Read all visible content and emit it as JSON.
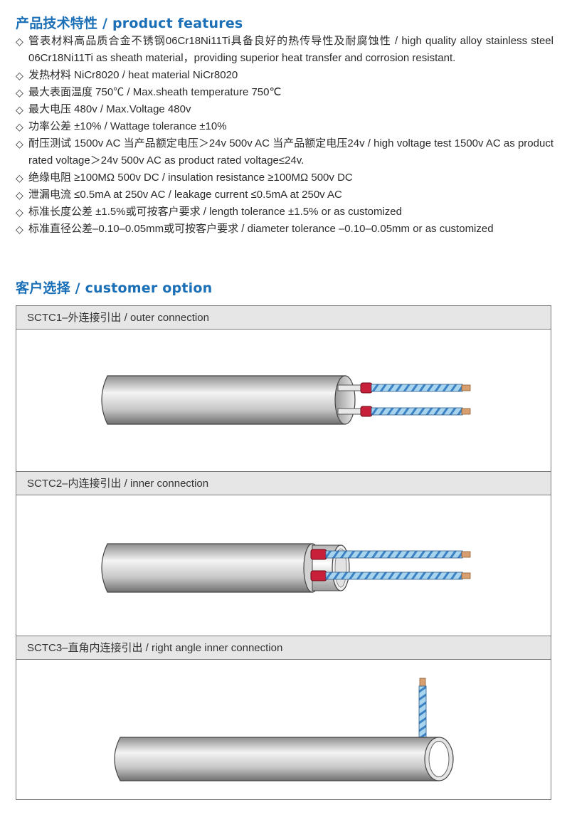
{
  "features_heading": "产品技术特性 / product features",
  "bullet": "◇",
  "features": [
    "管表材料高品质合金不锈钢06Cr18Ni11Ti具备良好的热传导性及耐腐蚀性 / high quality alloy stainless steel 06Cr18Ni11Ti as sheath material，providing superior heat transfer and corrosion resistant.",
    "发热材料 NiCr8020 / heat material NiCr8020",
    "最大表面温度 750℃ / Max.sheath temperature 750℃",
    "最大电压 480v / Max.Voltage 480v",
    "功率公差 ±10% / Wattage tolerance ±10%",
    "耐压测试 1500v AC 当产品额定电压＞24v 500v AC 当产品额定电压24v / high voltage test 1500v AC as product rated voltage＞24v 500v AC as product rated voltage≤24v.",
    "绝缘电阻 ≥100MΩ 500v DC / insulation resistance ≥100MΩ 500v DC",
    "泄漏电流 ≤0.5mA at 250v AC / leakage current ≤0.5mA at 250v AC",
    "标准长度公差 ±1.5%或可按客户要求 / length tolerance ±1.5% or as customized",
    "标准直径公差–0.10–0.05mm或可按客户要求 / diameter tolerance –0.10–0.05mm or as customized"
  ],
  "options_heading": "客户选择 / customer option",
  "options": [
    {
      "title": "SCTC1–外连接引出 / outer connection",
      "illustration": "outer-connection-heater"
    },
    {
      "title": "SCTC2–内连接引出 / inner connection",
      "illustration": "inner-connection-heater"
    },
    {
      "title": "SCTC3–直角内连接引出 / right angle inner connection",
      "illustration": "right-angle-connection-heater"
    }
  ],
  "colors": {
    "heading": "#1a6fb6",
    "panel_header": "#e6e6e6",
    "sheath_gradient": [
      "#8e8e8e",
      "#f4f4f4",
      "#c6c6c6",
      "#707070"
    ],
    "wire_insulation": "#a8d4ee",
    "wire_stripe": "#3d82c4",
    "crimp_sleeve": "#c8203a",
    "copper": "#d8a070"
  }
}
